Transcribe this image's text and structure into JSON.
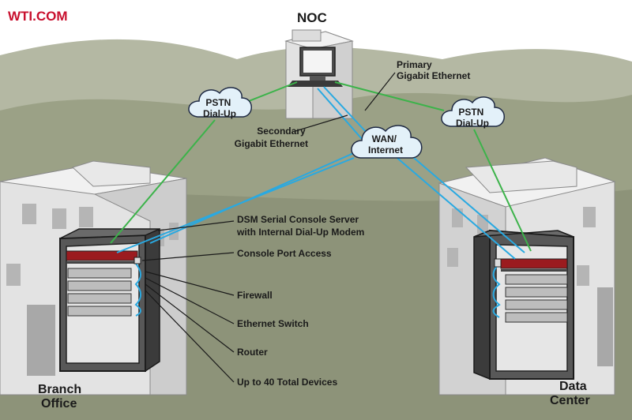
{
  "brand": {
    "logo_text": "WTI.COM",
    "color": "#c8102e"
  },
  "sites": {
    "noc": "NOC",
    "branch": [
      "Branch",
      "Office"
    ],
    "datacenter": [
      "Data",
      "Center"
    ]
  },
  "clouds": {
    "pstn_left": [
      "PSTN",
      "Dial-Up"
    ],
    "pstn_right": [
      "PSTN",
      "Dial-Up"
    ],
    "wan": [
      "WAN/",
      "Internet"
    ]
  },
  "link_labels": {
    "primary": [
      "Primary",
      "Gigabit Ethernet"
    ],
    "secondary": [
      "Secondary",
      "Gigabit Ethernet"
    ]
  },
  "callouts": [
    [
      "DSM Serial Console Server",
      "with Internal Dial-Up Modem"
    ],
    [
      "Console Port Access"
    ],
    [
      "Firewall"
    ],
    [
      "Ethernet Switch"
    ],
    [
      "Router"
    ],
    [
      "Up to 40 Total Devices"
    ]
  ],
  "colors": {
    "sky": "#ffffff",
    "hills_back": "#a9ad97",
    "hills_front": "#8f957a",
    "building": "#e4e4e4",
    "building_side": "#cfcfcf",
    "window": "#b7b7b7",
    "dialup_link": "#3cb34a",
    "ethernet_link": "#29a9e1",
    "console_device": "#9b1b1f",
    "cloud_fill": "#e3f1f9",
    "cloud_stroke": "#1f2a44"
  }
}
